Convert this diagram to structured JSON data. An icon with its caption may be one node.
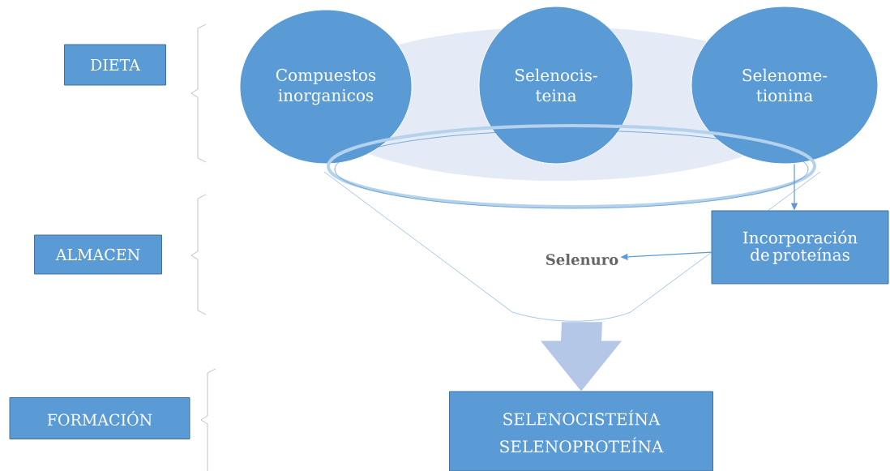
{
  "diagram": {
    "nodes": [
      {
        "text": [
          "DIETA"
        ]
      },
      {
        "text": [
          "ALMACEN"
        ]
      },
      {
        "text": [
          "FORMACIÓN"
        ]
      },
      {
        "text": [
          "Compuestos inorganicos"
        ]
      },
      {
        "text": [
          "Selenocis- teina"
        ]
      },
      {
        "text": [
          "Selenome- tionina"
        ]
      },
      {
        "text": [
          "Selenuro"
        ]
      },
      {
        "text": [
          "Incorporación de proteínas"
        ]
      },
      {
        "text": [
          "SELENOCISTEÍNA",
          "SELENOPROTEÍNA"
        ]
      }
    ],
    "edges": [
      {
        "from": 5,
        "to": 7,
        "arrow": "to"
      },
      {
        "from": 7,
        "to": 6,
        "arrow": "to"
      },
      {
        "from": 6,
        "to": 8,
        "arrow": "to",
        "style": "thick",
        "color": "#b4c7e7"
      }
    ]
  }
}
